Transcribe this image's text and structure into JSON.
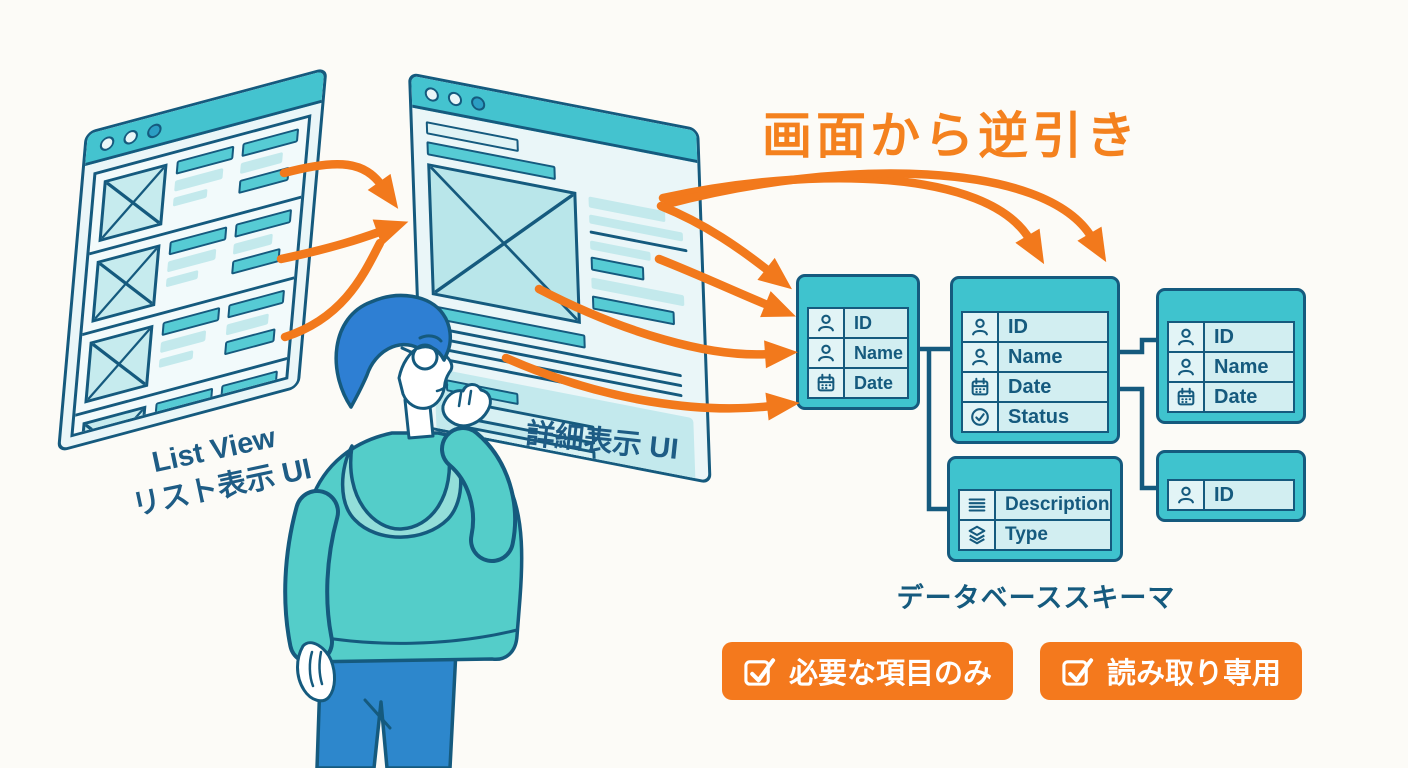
{
  "title": "画面から逆引き",
  "list_window": {
    "label_line1": "List View",
    "label_line2": "リスト表示 UI"
  },
  "detail_window": {
    "label": "詳細表示 UI"
  },
  "schema": {
    "caption": "データベーススキーマ",
    "tables": {
      "left": {
        "rows": [
          {
            "icon": "person-icon",
            "label": "ID"
          },
          {
            "icon": "person-icon",
            "label": "Name"
          },
          {
            "icon": "calendar-icon",
            "label": "Date"
          }
        ]
      },
      "center": {
        "rows": [
          {
            "icon": "person-icon",
            "label": "ID"
          },
          {
            "icon": "person-icon",
            "label": "Name"
          },
          {
            "icon": "calendar-icon",
            "label": "Date"
          },
          {
            "icon": "check-circle-icon",
            "label": "Status"
          }
        ]
      },
      "right_top": {
        "rows": [
          {
            "icon": "person-icon",
            "label": "ID"
          },
          {
            "icon": "person-icon",
            "label": "Name"
          },
          {
            "icon": "calendar-icon",
            "label": "Date"
          }
        ]
      },
      "right_bottom": {
        "rows": [
          {
            "icon": "person-icon",
            "label": "ID"
          }
        ]
      },
      "bottom": {
        "rows": [
          {
            "icon": "text-lines-icon",
            "label": "Description"
          },
          {
            "icon": "layers-icon",
            "label": "Type"
          }
        ]
      }
    }
  },
  "badges": [
    {
      "icon": "checkbox-checked-icon",
      "label": "必要な項目のみ"
    },
    {
      "icon": "checkbox-checked-icon",
      "label": "読み取り専用"
    }
  ],
  "colors": {
    "accent_orange": "#F2791C",
    "outline_navy": "#155A7E",
    "table_header_teal": "#3FC3CE",
    "teal_bar": "#56CBD4",
    "row_bg": "#D2EEF1",
    "window_body": "#EAF6F8",
    "hoodie_teal": "#54CDC9",
    "pants_blue": "#2D87CC",
    "hair_blue": "#2E7FD3"
  }
}
